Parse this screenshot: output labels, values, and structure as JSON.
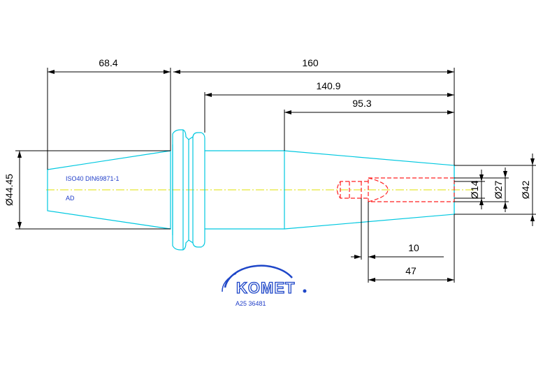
{
  "dimensions": {
    "d68_4": "68.4",
    "d160": "160",
    "d140_9": "140.9",
    "d95_3": "95.3",
    "d10": "10",
    "d47": "47",
    "dia44_45": "Ø44.45",
    "dia14": "Ø14",
    "dia27": "Ø27",
    "dia42": "Ø42"
  },
  "part_labels": {
    "standard": "ISO40 DIN69871-1",
    "form": "AD"
  },
  "logo": {
    "brand": "KOMET",
    "part_number": "A25 36481"
  },
  "colors": {
    "outline": "#00c8e0",
    "centerline": "#e0e000",
    "hidden_lines": "#ff2020",
    "dimension_lines": "#000000",
    "label_text": "#1e3cc8"
  }
}
